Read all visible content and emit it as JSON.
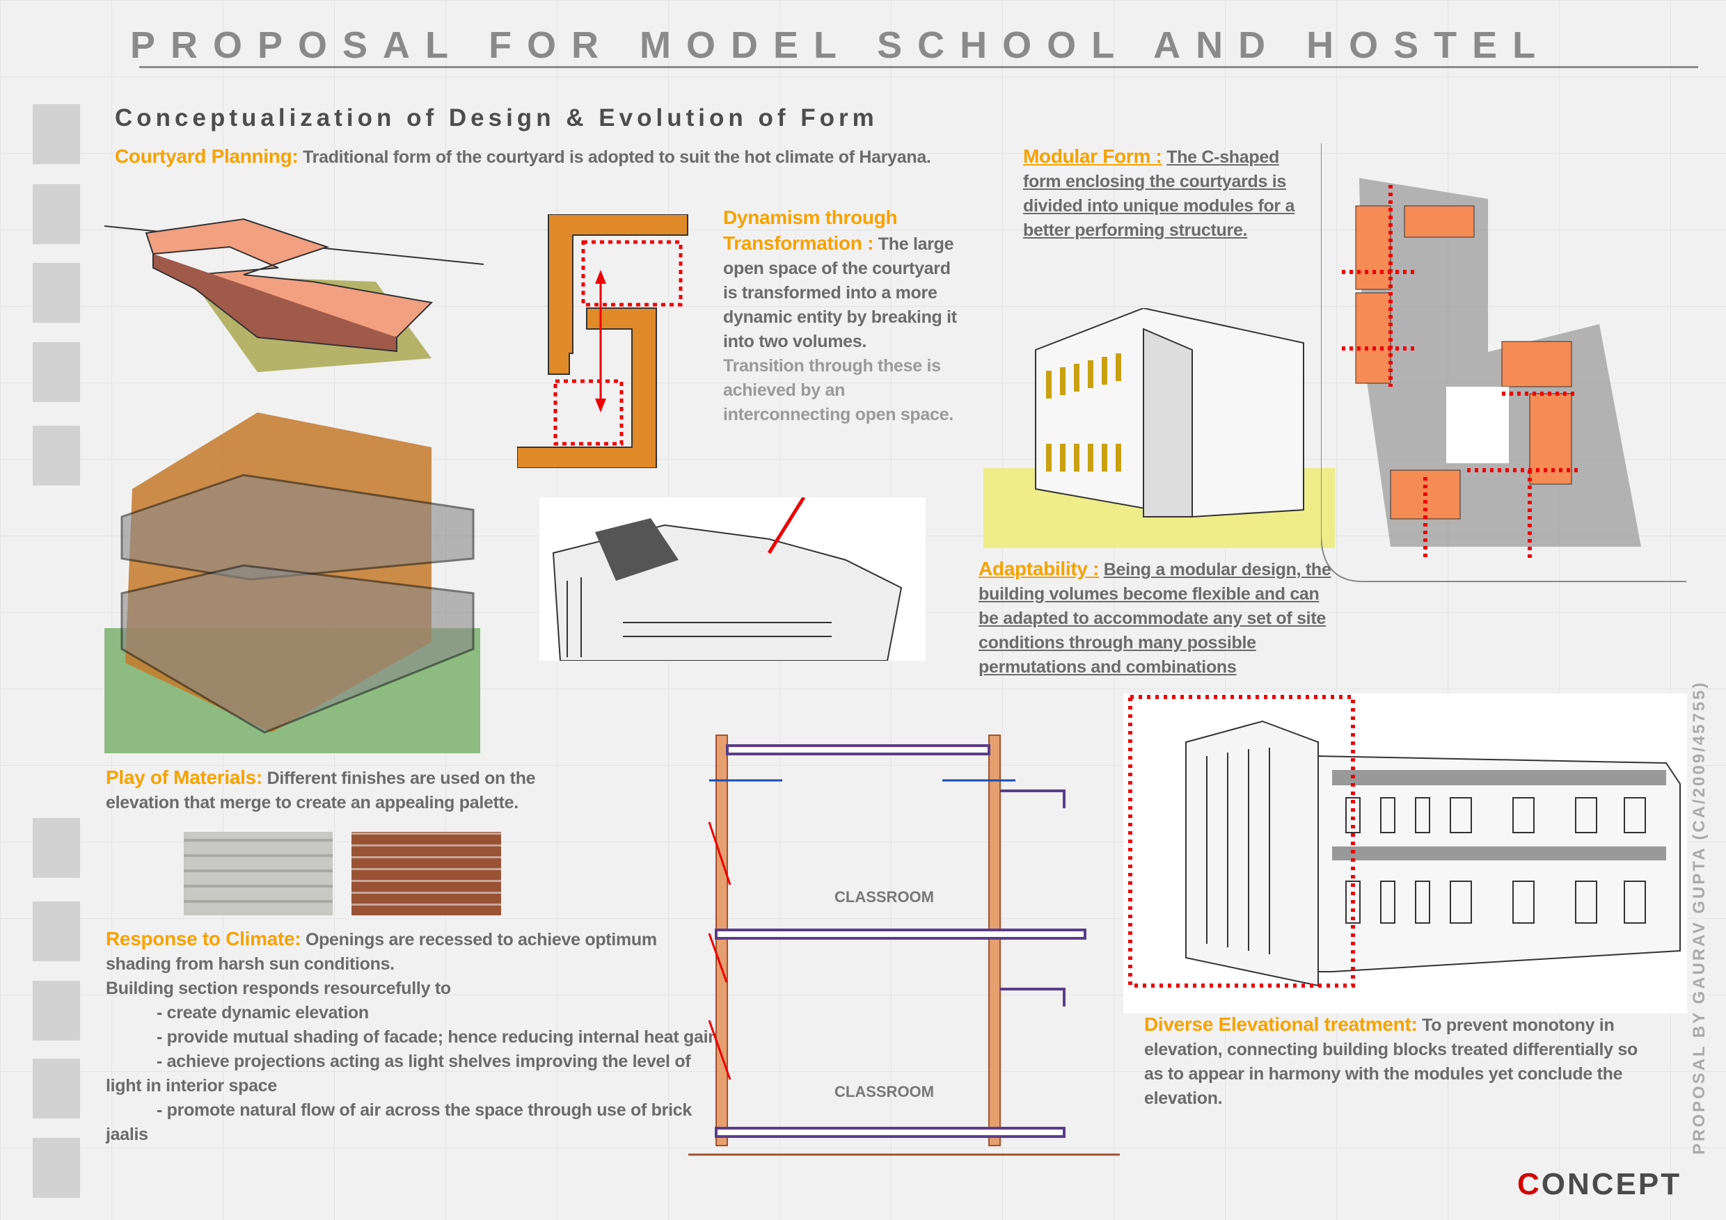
{
  "header": {
    "title": "PROPOSAL FOR MODEL SCHOOL AND HOSTEL",
    "subtitle": "Conceptualization of Design & Evolution of Form"
  },
  "courtyard": {
    "heading": "Courtyard Planning:",
    "text": "Traditional form of the courtyard is adopted to suit the hot climate of Haryana."
  },
  "dynamism": {
    "heading": "Dynamism through Transformation :",
    "text": "The large open space of the courtyard is transformed into a more dynamic entity by breaking it into two volumes.",
    "text2": "Transition through these is achieved by an interconnecting open space."
  },
  "modular": {
    "heading": "Modular Form :",
    "text": "The C-shaped form enclosing the courtyards is divided into unique modules for a better performing structure."
  },
  "adaptability": {
    "heading": "Adaptability :",
    "text": "Being a modular design, the building volumes become flexible and can be adapted to accommodate any set of site conditions through many possible permutations and combinations"
  },
  "materials": {
    "heading": "Play of Materials:",
    "text": "Different finishes are used on the elevation that merge to create an appealing palette."
  },
  "climate": {
    "heading": "Response to Climate:",
    "text": "Openings are recessed to achieve optimum shading from harsh sun conditions.",
    "intro": "Building section responds resourcefully to",
    "bullets": [
      "- create dynamic elevation",
      "- provide mutual shading of facade; hence reducing internal heat gain",
      "- achieve projections acting as light shelves improving the level of light in interior space",
      "- promote natural flow of air across the space through use of brick jaalis"
    ]
  },
  "section": {
    "labels": [
      "CLASSROOM",
      "CLASSROOM"
    ]
  },
  "elevation": {
    "heading": "Diverse Elevational treatment:",
    "text": "To prevent monotony in elevation, connecting building blocks treated differentially so as to appear in harmony with the modules yet conclude the elevation."
  },
  "footer": {
    "concept_first": "C",
    "concept_rest": "ONCEPT",
    "vertical": "PROPOSAL BY GAURAV GUPTA (CA/2009/45755)"
  },
  "colors": {
    "accent": "#f5a200",
    "brick": "#e8834a",
    "highlight": "#ff0000",
    "text": "#6b6b6b"
  }
}
